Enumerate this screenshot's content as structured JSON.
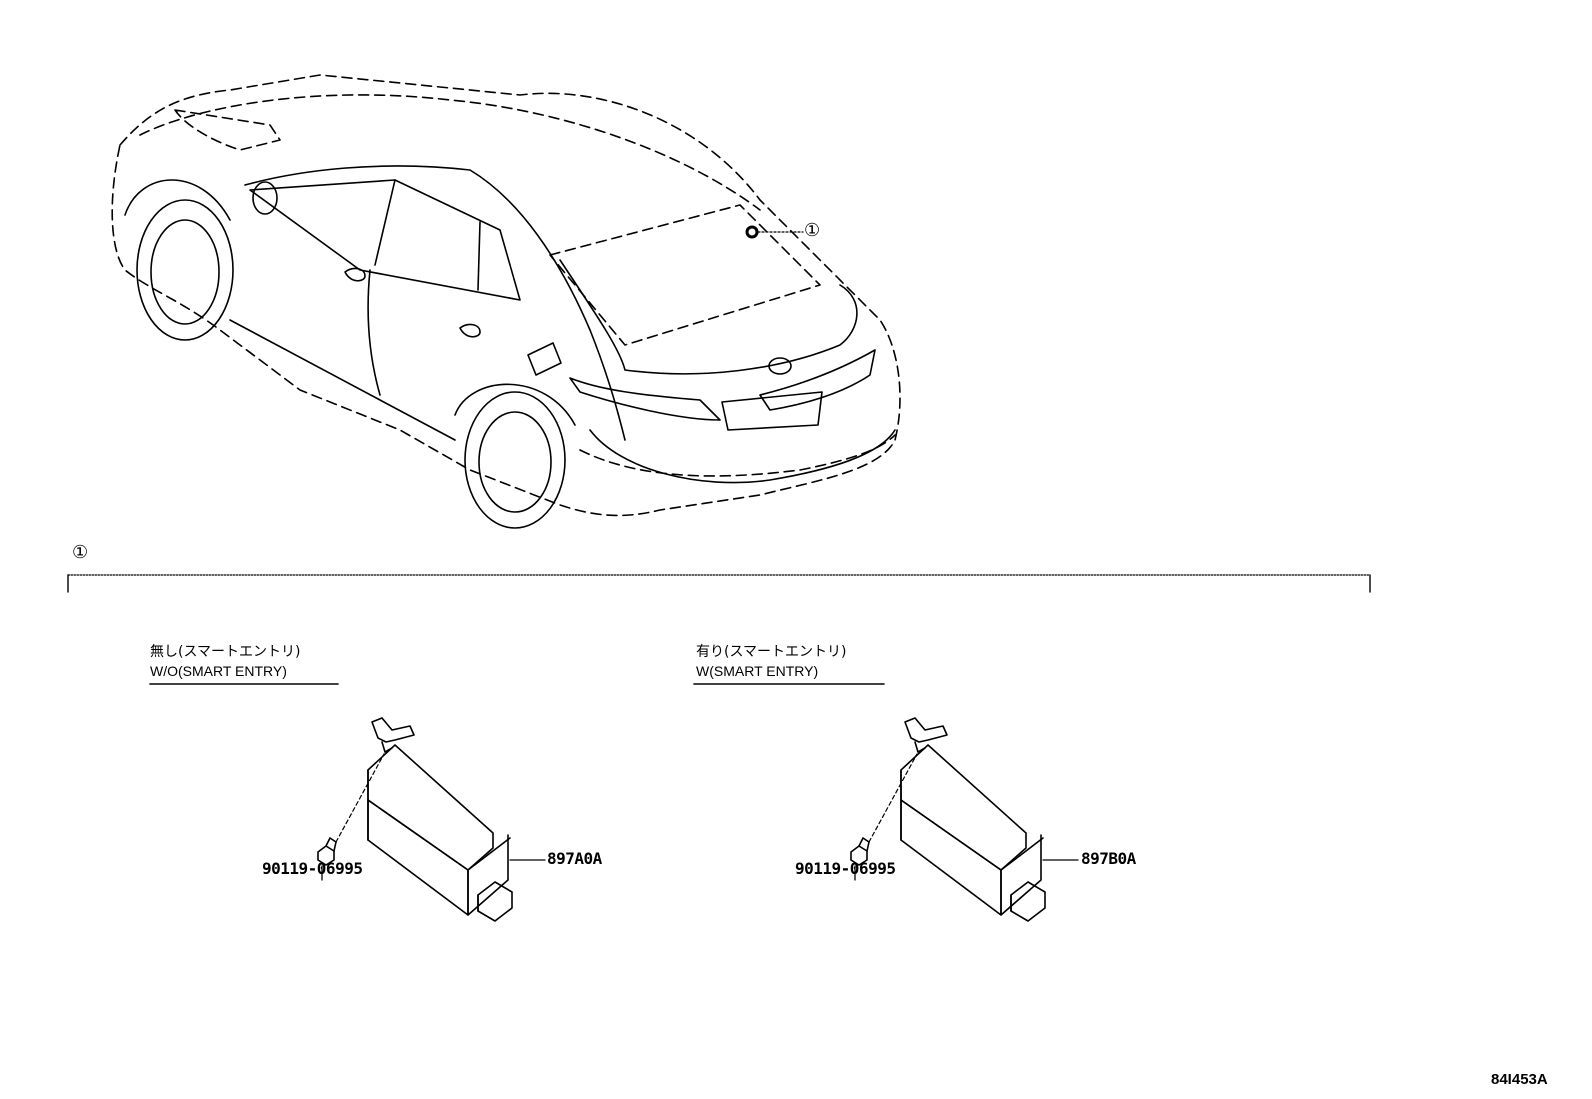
{
  "callout_symbol": "①",
  "variants": [
    {
      "label_jp": "無し(スマートエントリ)",
      "label_en": "W/O(SMART ENTRY)",
      "bolt_part_no": "90119-06995",
      "unit_part_no": "897A0A"
    },
    {
      "label_jp": "有り(スマートエントリ)",
      "label_en": "W(SMART ENTRY)",
      "bolt_part_no": "90119-06995",
      "unit_part_no": "897B0A"
    }
  ],
  "drawing_number": "84I453A"
}
